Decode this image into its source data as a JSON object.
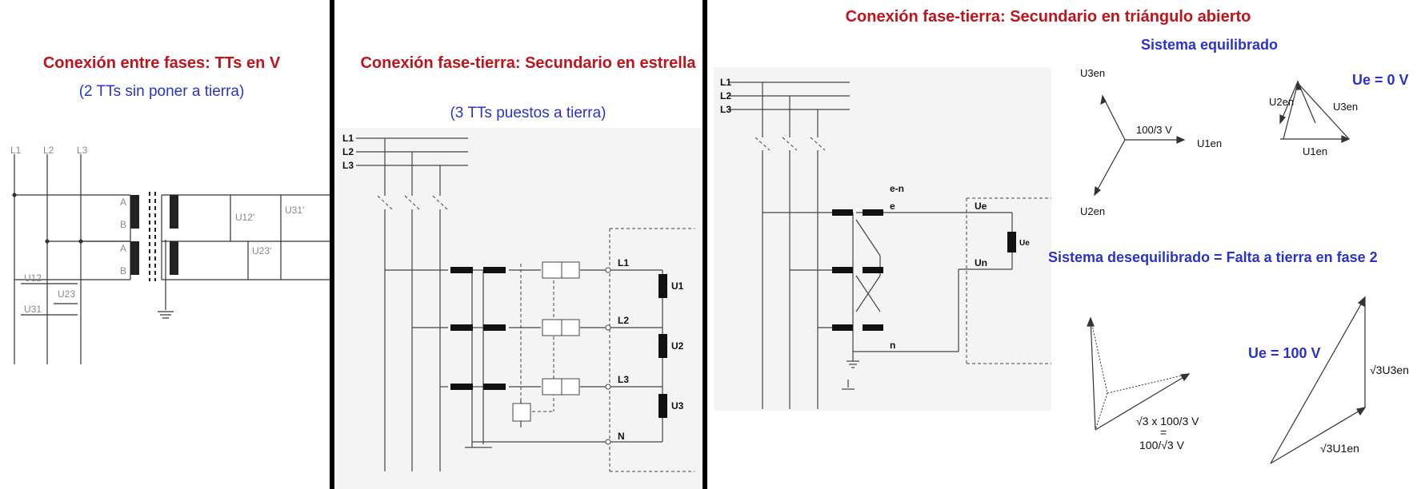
{
  "colors": {
    "title": "#c0141c",
    "subtitle": "#2a33c9",
    "divider": "#000000"
  },
  "panel1": {
    "title": "Conexión entre fases: TTs en V",
    "subtitle": "(2 TTs sin poner a tierra)",
    "lines": [
      "L1",
      "L2",
      "L3"
    ],
    "tt_terminals": {
      "primary_top": "A",
      "primary_bottom": "B",
      "secondary": "b"
    },
    "voltages": [
      "U12'",
      "U31'",
      "U23'",
      "U12",
      "U23",
      "U31"
    ]
  },
  "panel2": {
    "title": "Conexión fase-tierra: Secundario en estrella",
    "subtitle": "(3 TTs puestos a tierra)",
    "lines": [
      "L1",
      "L2",
      "L3"
    ],
    "terminals": [
      "L1",
      "L2",
      "L3",
      "N"
    ],
    "meters": [
      "U1",
      "U2",
      "U3"
    ]
  },
  "panel3": {
    "title": "Conexión fase-tierra: Secundario en triángulo abierto",
    "lines": [
      "L1",
      "L2",
      "L3"
    ],
    "winding_label": "e-n",
    "terminal_e": "e",
    "terminal_n": "n",
    "terminal_ue": "Ue",
    "terminal_un": "Un",
    "meter": "Ue",
    "balanced": {
      "heading": "Sistema equilibrado",
      "ue_label": "Ue = 0 V",
      "star_labels": [
        "U3en",
        "U1en",
        "U2en"
      ],
      "star_value": "100/3 V",
      "triangle_labels": [
        "U2en",
        "U3en",
        "U1en"
      ]
    },
    "unbalanced": {
      "heading": "Sistema desequilibrado = Falta a tierra en fase 2",
      "ue_label": "Ue = 100 V",
      "formula_top": "√3 x 100/3 V",
      "formula_eq": "=",
      "formula_bottom": "100/√3 V",
      "side_right": "√3U3en",
      "side_bottom": "√3U1en"
    }
  }
}
